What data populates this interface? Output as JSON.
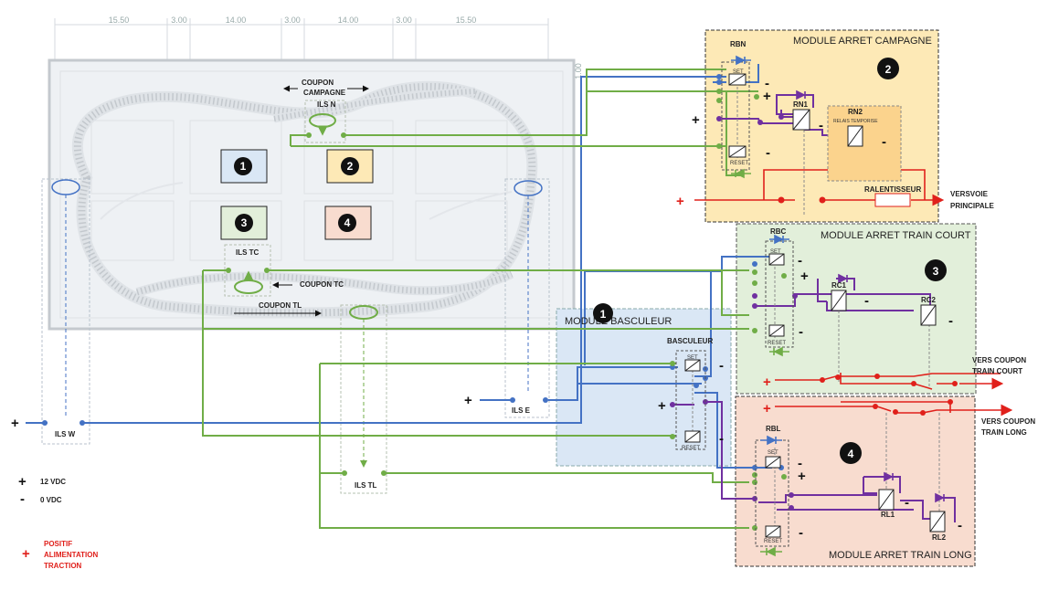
{
  "dimensions": [
    "15.50",
    "3.00",
    "14.00",
    "3.00",
    "14.00",
    "3.00",
    "15.50"
  ],
  "side_dimension": "1.00",
  "layout": {
    "coupon_campagne": [
      "COUPON",
      "CAMPAGNE"
    ],
    "coupon_tc": "COUPON TC",
    "coupon_tl": "COUPON TL",
    "ils": {
      "n": "ILS N",
      "tc": "ILS TC",
      "w": "ILS W",
      "e": "ILS E",
      "tl": "ILS TL"
    },
    "zones": [
      "1",
      "2",
      "3",
      "4"
    ]
  },
  "modules": {
    "campagne": {
      "title": "MODULE ARRET CAMPAGNE",
      "number": "2",
      "relay_main": "RBN",
      "set": "SET",
      "reset": "RESET",
      "relay_1": "RN1",
      "relay_2": "RN2",
      "relay_2_note": "RELAIS TEMPORISE",
      "ralentisseur": "RALENTISSEUR",
      "exit": [
        "VERSVOIE",
        "PRINCIPALE"
      ]
    },
    "train_court": {
      "title": "MODULE ARRET TRAIN COURT",
      "number": "3",
      "relay_main": "RBC",
      "set": "SET",
      "reset": "RESET",
      "relay_1": "RC1",
      "relay_2": "RC2",
      "exit": [
        "VERS COUPON",
        "TRAIN COURT"
      ]
    },
    "basculeur": {
      "title": "MODULE BASCULEUR",
      "number": "1",
      "relay_main": "BASCULEUR",
      "set": "SET",
      "reset": "RESET"
    },
    "train_long": {
      "title": "MODULE ARRET TRAIN LONG",
      "number": "4",
      "relay_main": "RBL",
      "set": "SET",
      "reset": "RESET",
      "relay_1": "RL1",
      "relay_2": "RL2",
      "exit": [
        "VERS COUPON",
        "TRAIN LONG"
      ]
    }
  },
  "signs": {
    "plus": "+",
    "minus": "-"
  },
  "legend": {
    "v12": "12 VDC",
    "v0": "0 VDC",
    "traction": [
      "POSITIF",
      "ALIMENTATION",
      "TRACTION"
    ]
  },
  "colors": {
    "blue_wire": "#4472c4",
    "green_wire": "#70ad47",
    "purple_wire": "#7030a0",
    "red_wire": "#e0201b",
    "campagne_bg": "#fde9b6",
    "court_bg": "#e2efda",
    "basculeur_bg": "#dae7f5",
    "long_bg": "#f8dccf"
  }
}
